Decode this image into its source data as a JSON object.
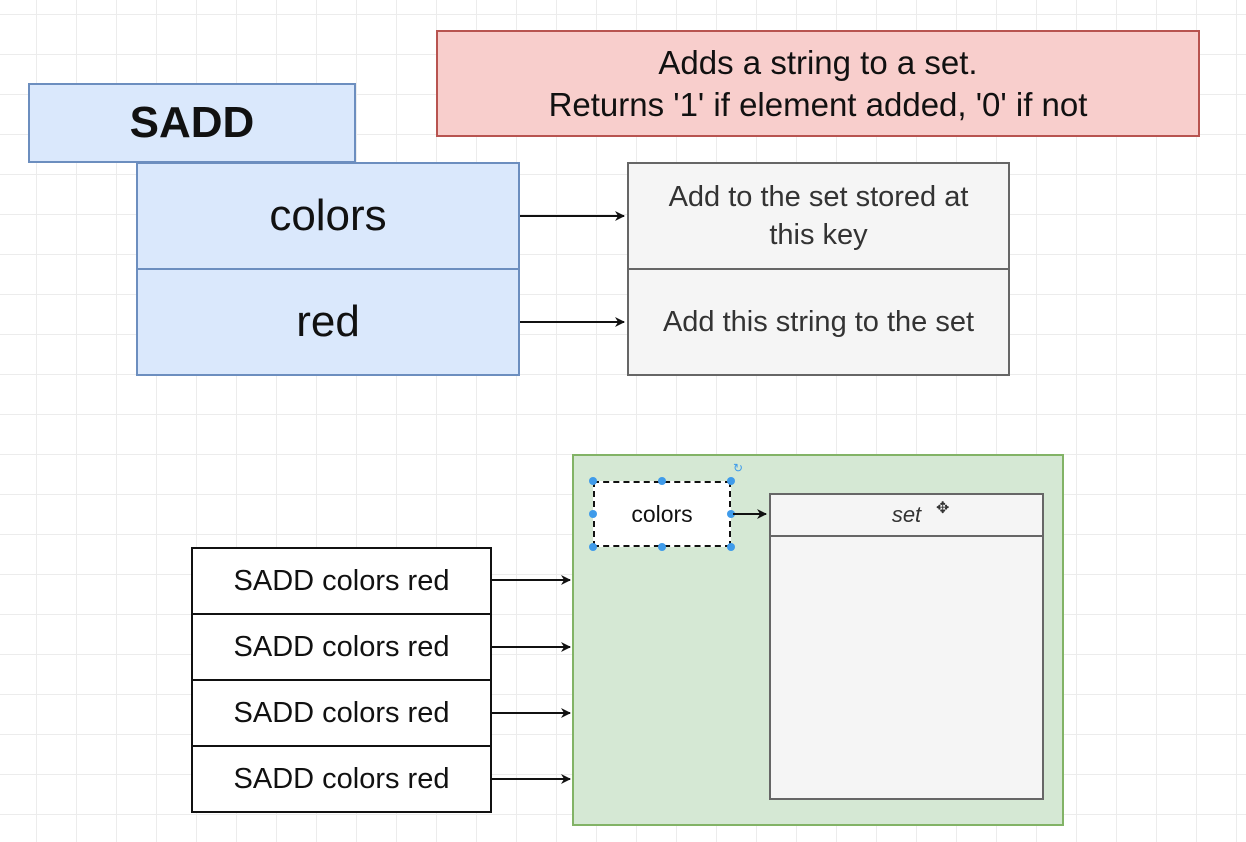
{
  "command": {
    "name": "SADD",
    "description_line1": "Adds a string to a set.",
    "description_line2": "Returns '1' if element added, '0' if not"
  },
  "arguments": [
    {
      "label": "colors",
      "description_line1": "Add to the set stored at",
      "description_line2": "this key"
    },
    {
      "label": "red",
      "description": "Add this string to the set"
    }
  ],
  "diagram": {
    "key_label": "colors",
    "set_label": "set",
    "commands": [
      "SADD colors red",
      "SADD colors red",
      "SADD colors red",
      "SADD colors red"
    ]
  },
  "icons": {
    "move_handle": "move-icon",
    "rotate_handle": "rotate-icon"
  },
  "colors": {
    "blue_fill": "#dae8fc",
    "blue_stroke": "#6c8ebf",
    "red_fill": "#f8cecc",
    "red_stroke": "#b85450",
    "green_fill": "#d5e8d4",
    "green_stroke": "#82b366",
    "grey_fill": "#f5f5f5",
    "grey_stroke": "#666666",
    "selection": "#3f9bea"
  }
}
